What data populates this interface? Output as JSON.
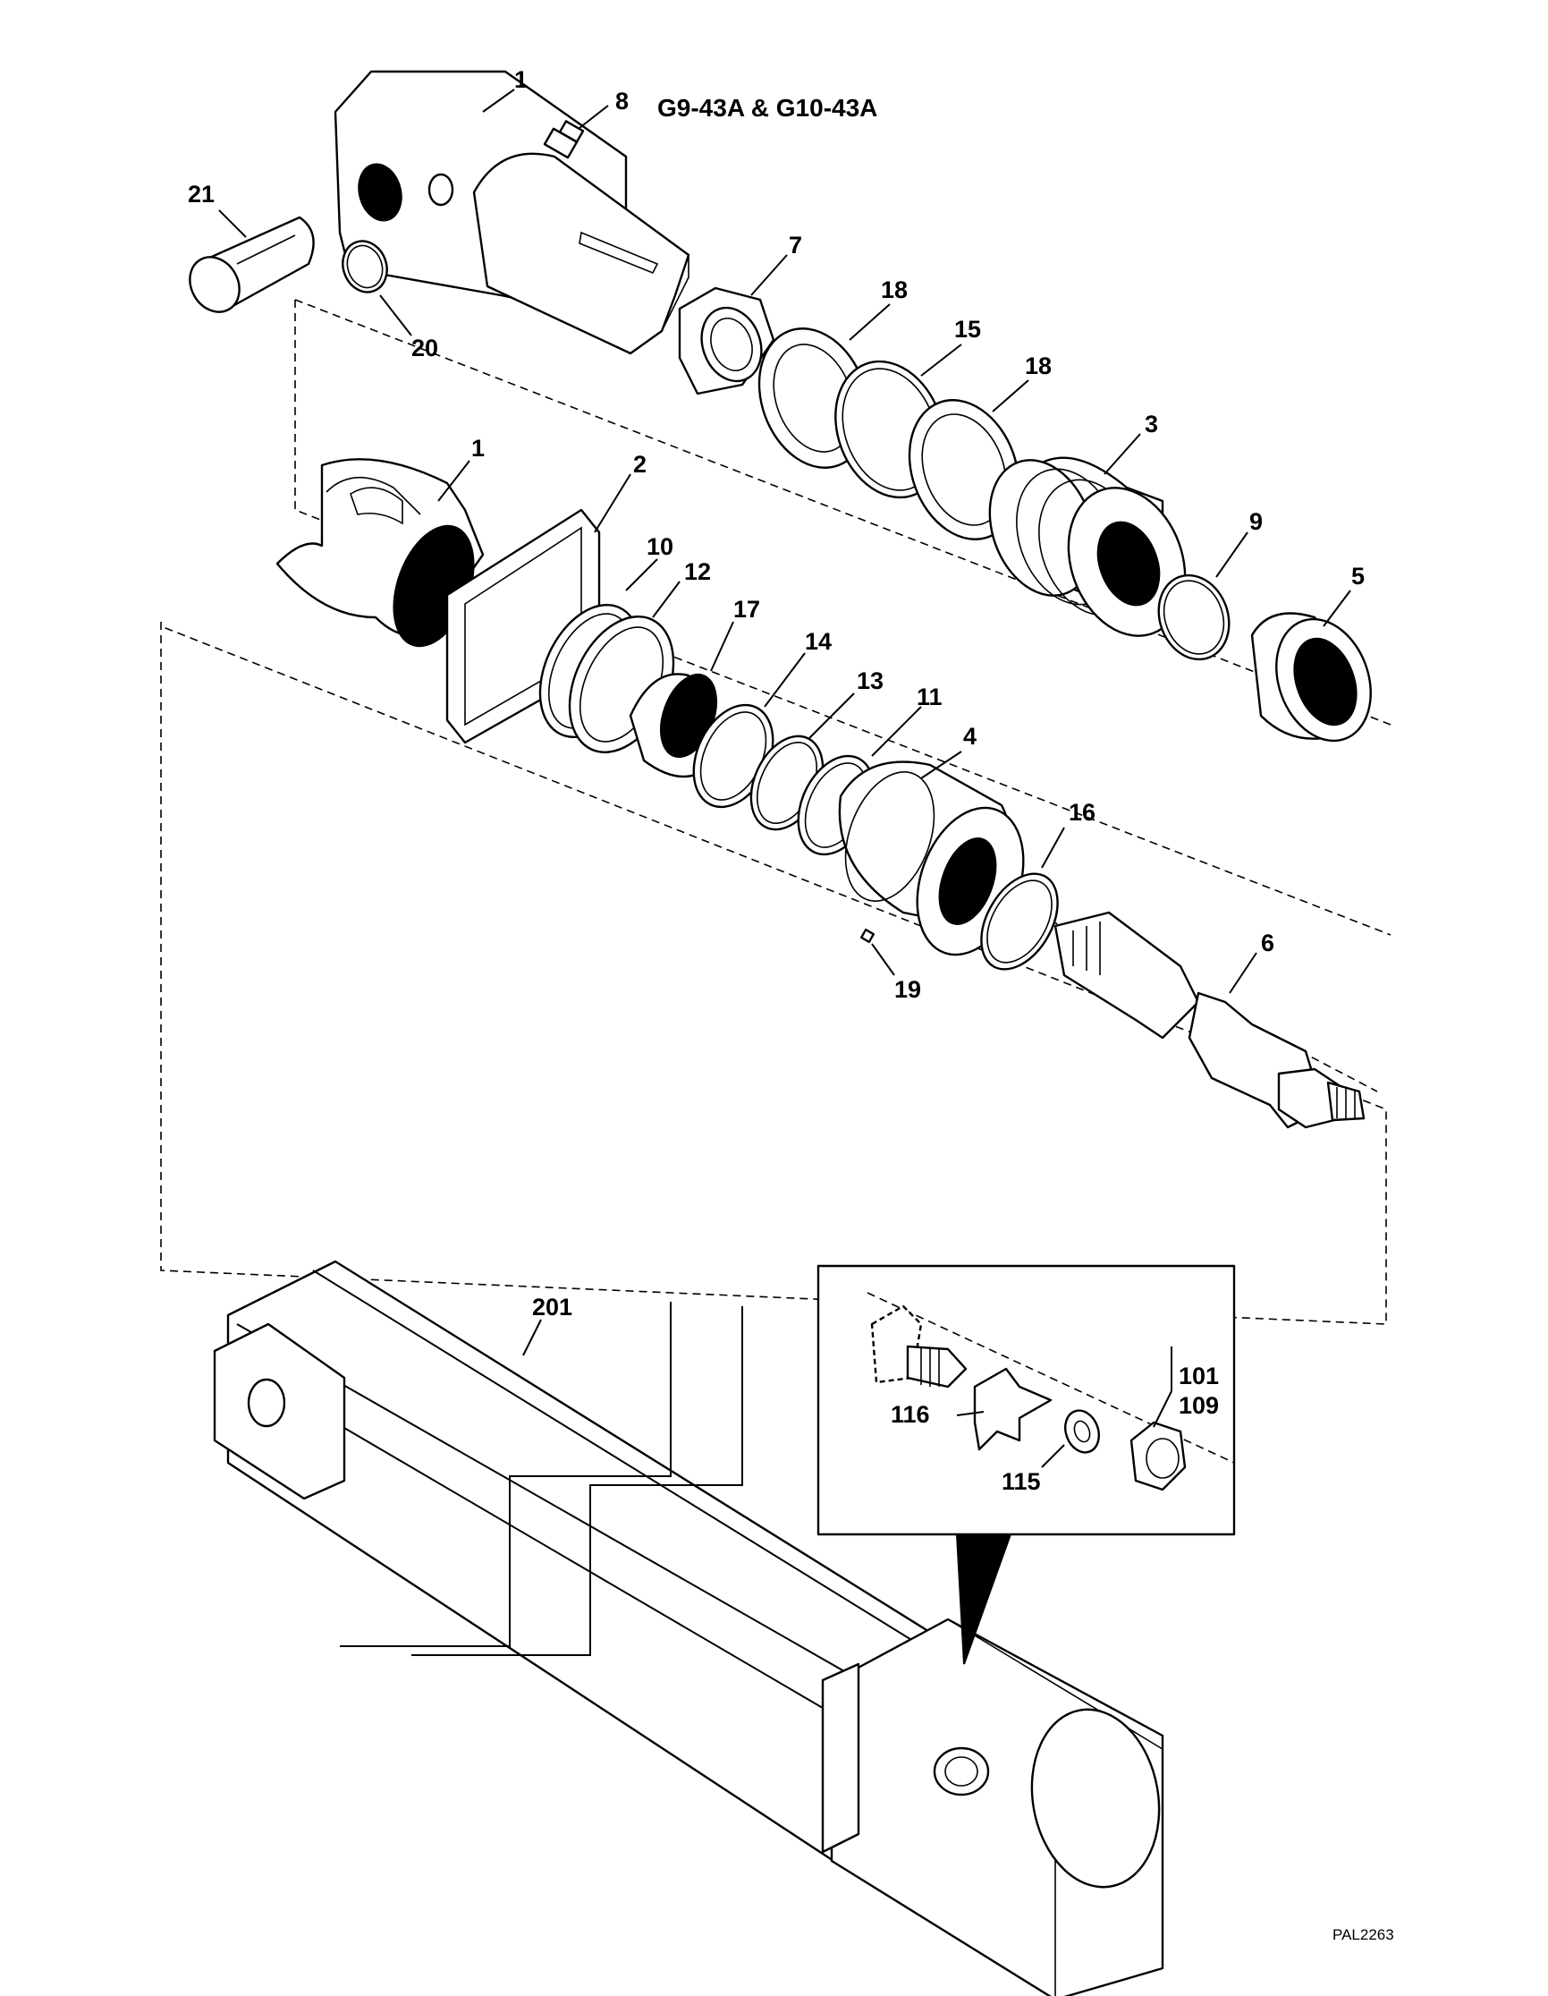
{
  "diagram": {
    "title": "G9-43A & G10-43A",
    "figure_code": "PAL2263",
    "callouts": {
      "c1a": "1",
      "c8": "8",
      "c21": "21",
      "c20": "20",
      "c7": "7",
      "c18a": "18",
      "c15": "15",
      "c18b": "18",
      "c3": "3",
      "c1b": "1",
      "c2": "2",
      "c9": "9",
      "c5": "5",
      "c10": "10",
      "c12": "12",
      "c17": "17",
      "c14": "14",
      "c13": "13",
      "c11": "11",
      "c4": "4",
      "c16": "16",
      "c19": "19",
      "c6": "6",
      "c201": "201",
      "c101": "101",
      "c109": "109",
      "c116": "116",
      "c115": "115"
    }
  }
}
